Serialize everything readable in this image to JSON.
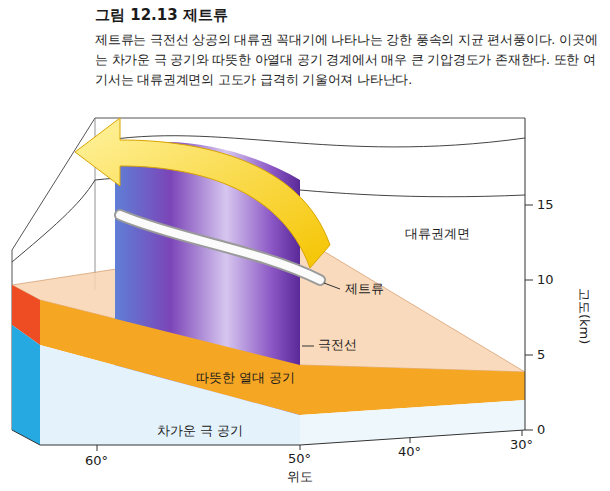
{
  "diagram": {
    "title": "그림 12.13 제트류",
    "caption": "제트류는 극전선 상공의 대류권 꼭대기에 나타나는 강한 풍속의 지균 편서풍이다. 이곳에는 차가운 극 공기와 따뜻한 아열대 공기 경계에서 매우 큰 기압경도가 존재한다. 또한 여기서는 대류권계면의 고도가 급격히 기울어져 나타난다.",
    "labels": [
      "대류권계면",
      "제트류",
      "극전선",
      "따뜻한 열대 공기",
      "차가운 극 공기",
      "15",
      "10",
      "5",
      "0",
      "고도(km)",
      "60°",
      "50°",
      "40°",
      "30°",
      "위도"
    ]
  }
}
